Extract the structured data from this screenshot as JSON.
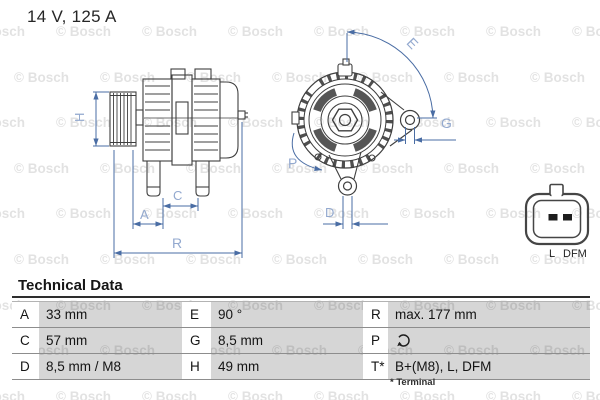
{
  "title": "14 V, 125 A",
  "watermark_text": "© Bosch",
  "diagram": {
    "dimension_labels": {
      "H": "H",
      "A": "A",
      "C": "C",
      "R": "R",
      "E": "E",
      "G": "G",
      "P": "P",
      "D": "D"
    },
    "connector_pins": {
      "left": "L",
      "right": "DFM"
    },
    "rotation_icon": "rotation-direction-counterclockwise"
  },
  "technical_data": {
    "heading": "Technical Data",
    "cells": {
      "r1c1": {
        "key": "A",
        "value": "33 mm"
      },
      "r1c2": {
        "key": "E",
        "value": "90 °"
      },
      "r1c3": {
        "key": "R",
        "value": "max. 177 mm"
      },
      "r2c1": {
        "key": "C",
        "value": "57 mm"
      },
      "r2c2": {
        "key": "G",
        "value": "8,5 mm"
      },
      "r2c3": {
        "key": "P",
        "value": "",
        "icon": "rotation-direction-counterclockwise"
      },
      "r3c1": {
        "key": "D",
        "value": "8,5 mm / M8"
      },
      "r3c2": {
        "key": "H",
        "value": "49 mm"
      },
      "r3c3": {
        "key": "T*",
        "value": "B+(M8), L, DFM"
      }
    },
    "footnote": "* Terminal"
  },
  "colors": {
    "dimension_line": "#4a6da4",
    "dimension_label": "#93a9cf",
    "drawing_line": "#3f3f3f",
    "table_cell_bg": "#d7d7d7",
    "heading_rule": "#2e2e2e"
  }
}
